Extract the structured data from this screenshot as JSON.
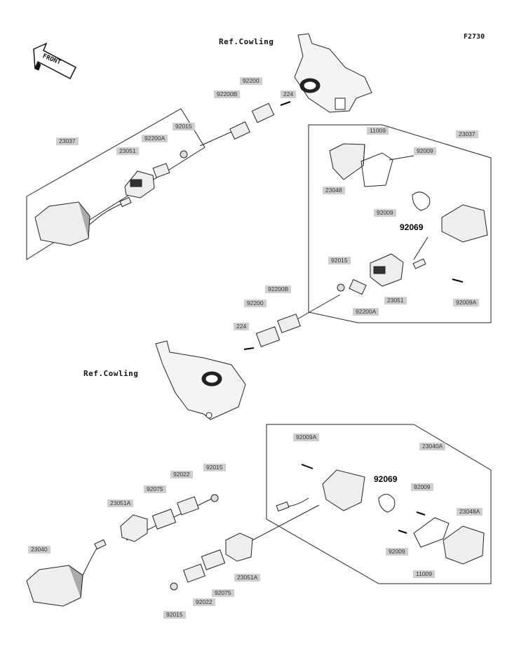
{
  "figure_code": "F2730",
  "front_label": "FRONT",
  "ref_labels": {
    "top": "Ref.Cowling",
    "middle": "Ref.Cowling"
  },
  "bulb_labels": {
    "right": "92069",
    "lower": "92069"
  },
  "part_labels": {
    "p224_top": "224",
    "p92200_top": "92200",
    "p92200B_top": "92200B",
    "p92015_left": "92015",
    "p92200A_left": "92200A",
    "p23051_left": "23051",
    "p23037_left": "23037",
    "p11009_right": "11009",
    "p23037_right": "23037",
    "p92009_right_a": "92009",
    "p23048": "23048",
    "p92009_right_b": "92009",
    "p92015_mid": "92015",
    "p92200B_mid": "92200B",
    "p92200_mid": "92200",
    "p224_mid": "224",
    "p92200A_mid": "92200A",
    "p23051_mid": "23051",
    "p92009A_mid": "92009A",
    "p92009A_low": "92009A",
    "p23040A": "23040A",
    "p92022_top": "92022",
    "p92015_low_top": "92015",
    "p92075_top": "92075",
    "p23051A_left": "23051A",
    "p23040": "23040",
    "p92009_low_a": "92009",
    "p23048A": "23048A",
    "p92009_low_b": "92009",
    "p11009_low": "11009",
    "p23051A_right": "23051A",
    "p92075_low": "92075",
    "p92022_low": "92022",
    "p92015_low": "92015"
  }
}
